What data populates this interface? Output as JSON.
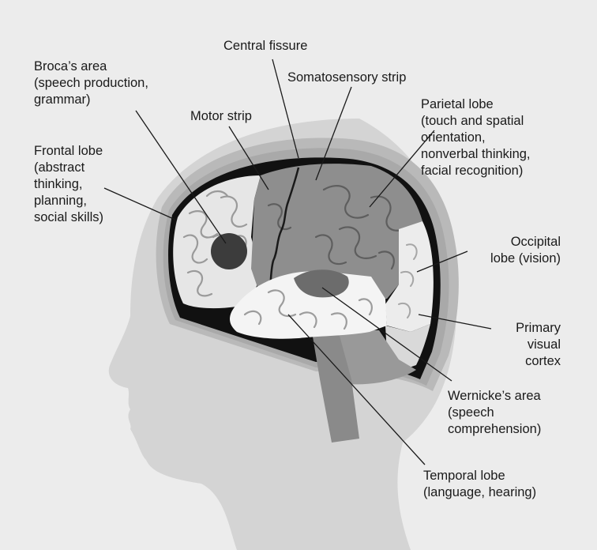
{
  "labels": {
    "central_fissure": [
      "Central fissure"
    ],
    "brocas_area": [
      "Broca’s area",
      "(speech production,",
      "grammar)"
    ],
    "somatosensory_strip": [
      "Somatosensory strip"
    ],
    "motor_strip": [
      "Motor strip"
    ],
    "parietal_lobe": [
      "Parietal lobe",
      "(touch and spatial",
      "orientation,",
      "nonverbal thinking,",
      "facial recognition)"
    ],
    "frontal_lobe": [
      "Frontal lobe",
      "(abstract",
      "thinking,",
      "planning,",
      "social skills)"
    ],
    "occipital_lobe": [
      "Occipital",
      "lobe (vision)"
    ],
    "primary_visual_cortex": [
      "Primary",
      "visual",
      "cortex"
    ],
    "wernickes_area": [
      "Wernicke’s area",
      "(speech",
      "comprehension)"
    ],
    "temporal_lobe": [
      "Temporal lobe",
      "(language, hearing)"
    ]
  },
  "colors": {
    "background": "#ececec",
    "head": "#d4d4d4",
    "skull_ring": "#b8b8b8",
    "brain_outline": "#111111",
    "frontal_lobe": "#e6e6e6",
    "parietal_motor": "#8e8e8e",
    "temporal_lobe": "#f4f4f4",
    "cerebellum": "#999999",
    "brocas_area": "#3c3c3c",
    "wernickes_area": "#6c6c6c"
  }
}
